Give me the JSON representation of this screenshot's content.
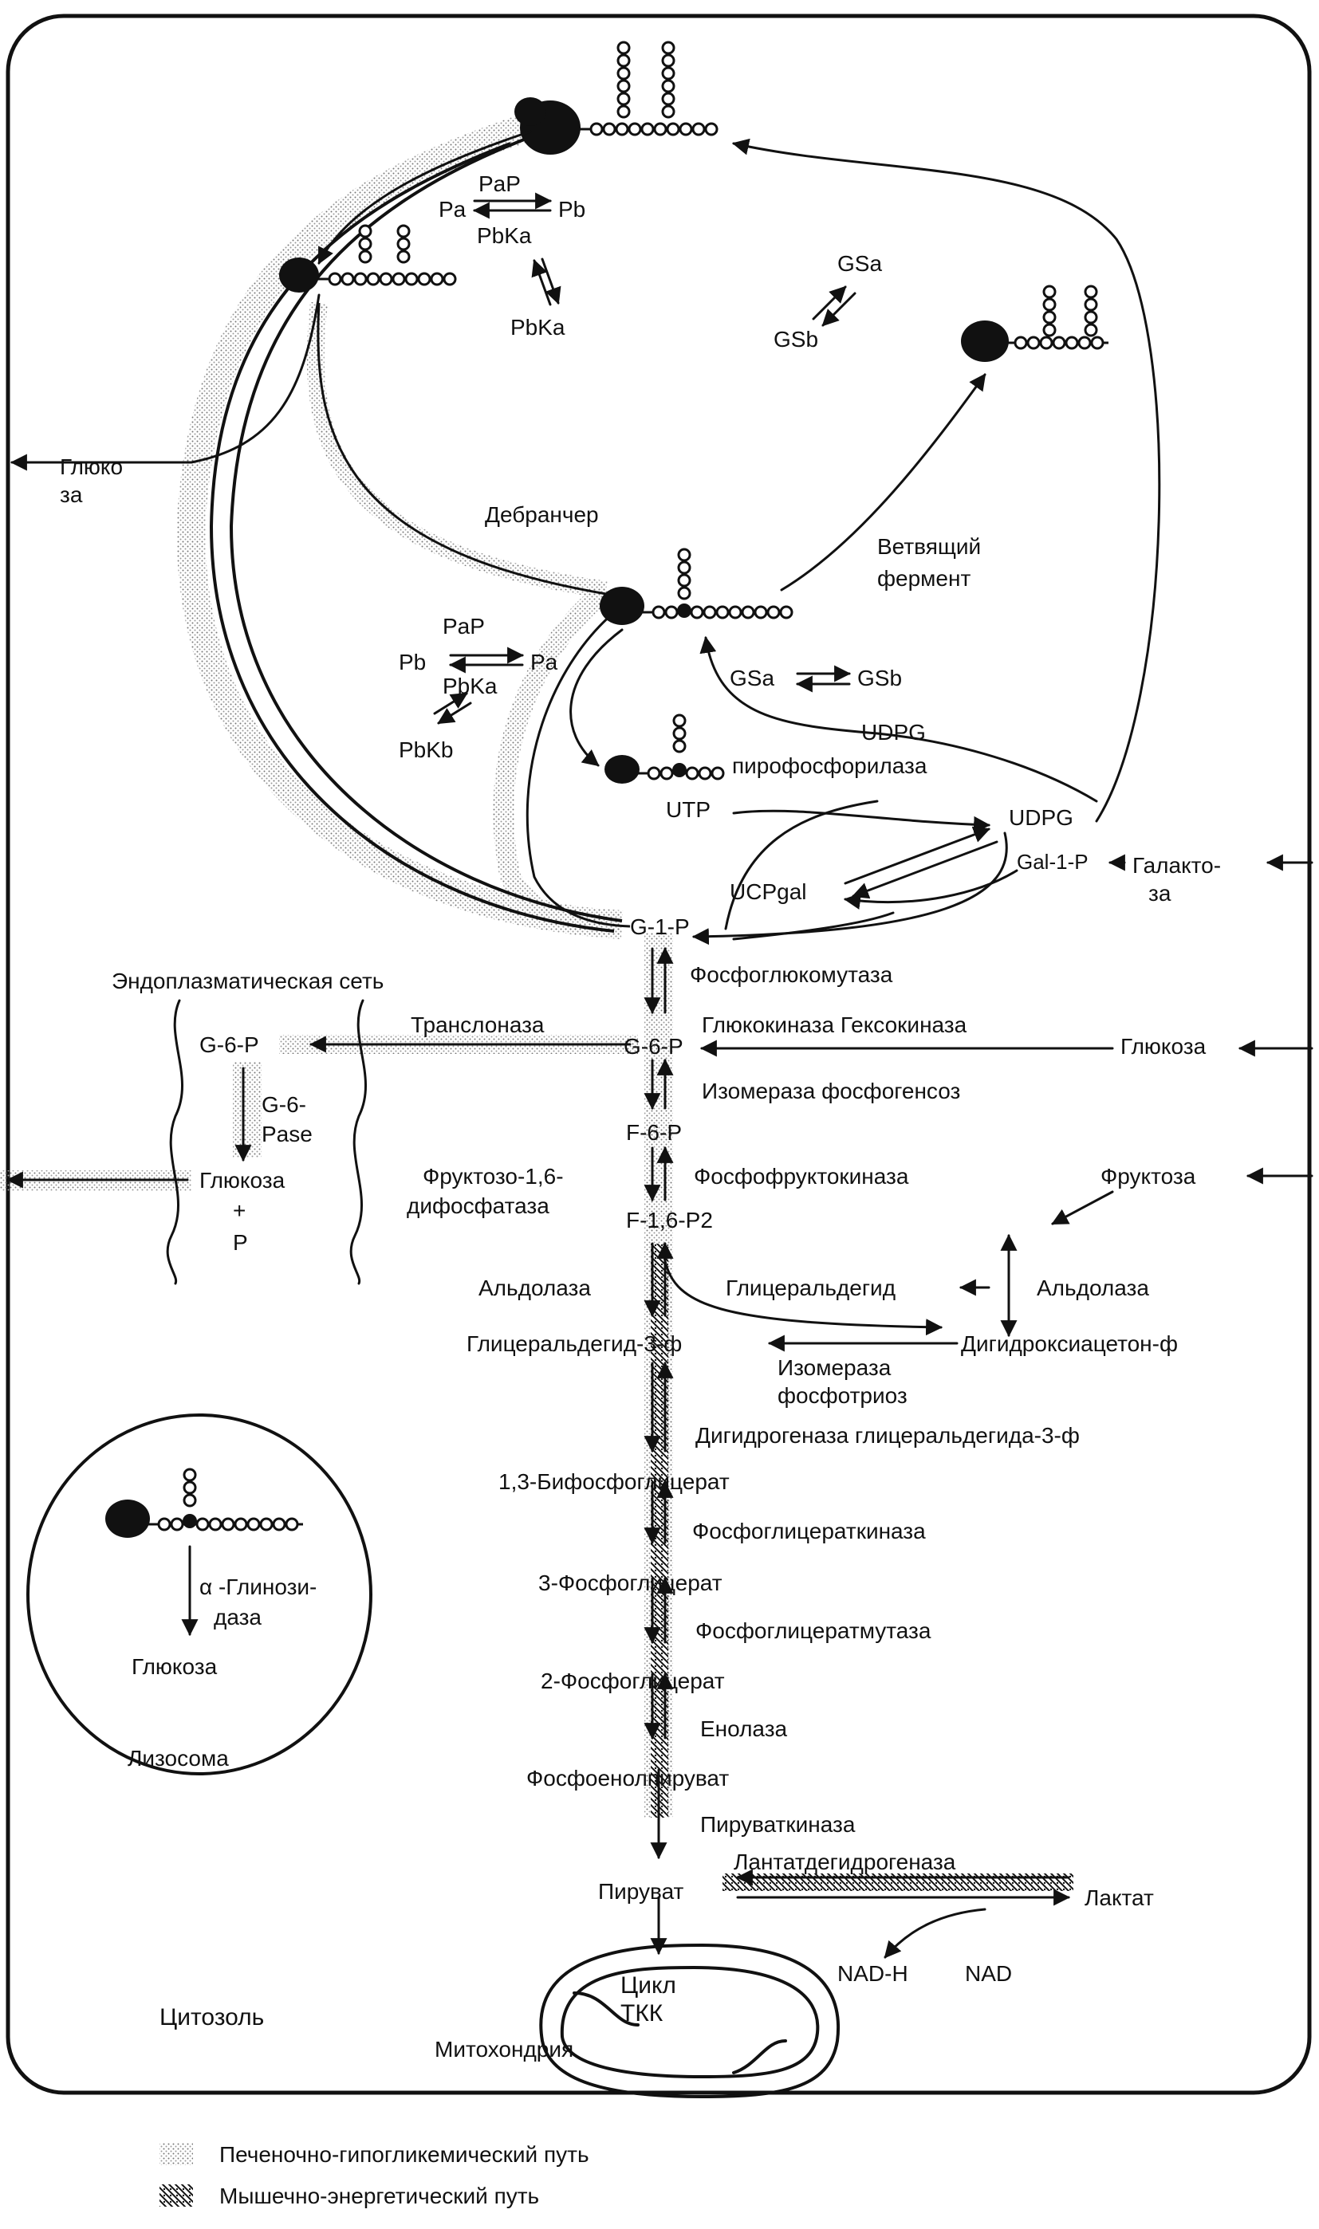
{
  "glycogen": {
    "pa_p": "PaP",
    "pa": "Pa",
    "pb": "Pb",
    "pbka": "PbKa",
    "pbka2": "PbKa",
    "gsa": "GSa",
    "gsb": "GSb"
  },
  "debranch": {
    "glucose_out_line1": "Глюко",
    "glucose_out_line2": "за",
    "debrancher": "Дебранчер",
    "branching_line1": "Ветвящий",
    "branching_line2": "фермент"
  },
  "lower_cycle": {
    "pa_p": "PaP",
    "pb": "Pb",
    "pa": "Pa",
    "pbka": "PbKa",
    "pbkb": "PbKb",
    "gsa": "GSa",
    "gsb": "GSb",
    "udpg_line1": "UDPG",
    "udpg_line2": "пирофосфорилаза",
    "utp": "UTP",
    "udpg": "UDPG",
    "gal1p": "Gal-1-P",
    "galactose_line1": "Галакто-",
    "galactose_line2": "за",
    "ucpgal": "UCPgal"
  },
  "pathway": {
    "g1p": "G-1-P",
    "phosphoglucomutase": "Фосфоглюкомутаза",
    "er": "Эндоплазматическая сеть",
    "er_g6p": "G-6-P",
    "translocase": "Транслоназа",
    "g6p": "G-6-P",
    "glucokinase": "Глюкокиназа Гексокиназа",
    "glucose_in": "Глюкоза",
    "g6pase_line1": "G-6-",
    "g6pase_line2": "Pase",
    "er_glucose": "Глюкоза",
    "er_plus": "+",
    "er_p": "P",
    "isomerase": "Изомераза фосфогенсоз",
    "f6p": "F-6-P",
    "fbpase_line1": "Фруктозо-1,6-",
    "fbpase_line2": "дифосфатаза",
    "pfk": "Фосфофруктокиназа",
    "f16p2": "F-1,6-P2",
    "fructose": "Фруктоза",
    "aldolase_left": "Альдолаза",
    "glyceraldehyde": "Глицеральдегид",
    "aldolase_right": "Альдолаза",
    "gap": "Глицеральдегид-3-ф",
    "dhap": "Дигидроксиацетон-ф",
    "tpi_line1": "Изомераза",
    "tpi_line2": "фосфотриоз",
    "gapdh": "Дигидрогеназа глицеральдегида-3-ф",
    "bpg": "1,3-Бифосфоглицерат",
    "pgk": "Фосфоглицераткиназа",
    "pg3": "3-Фосфоглицерат",
    "pgm": "Фосфоглицератмутаза",
    "pg2": "2-Фосфоглицерат",
    "enolase": "Енолаза",
    "pep": "Фосфоенолпируват",
    "pk": "Пируваткиназа",
    "ldh": "Лантатдегидрогеназа",
    "pyruvate": "Пируват",
    "lactate": "Лактат",
    "nadh": "NAD-H",
    "nad": "NAD",
    "tca_line1": "Цикл",
    "tca_line2": "ТКК",
    "mitochondria": "Митохондрия",
    "cytosol": "Цитозоль"
  },
  "lysosome": {
    "enzyme_line1": "α -Глинози-",
    "enzyme_line2": "даза",
    "glucose": "Глюкоза",
    "name": "Лизосома"
  },
  "legend": {
    "liver": "Печеночно-гипогликемический путь",
    "muscle": "Мышечно-энергетический путь"
  }
}
